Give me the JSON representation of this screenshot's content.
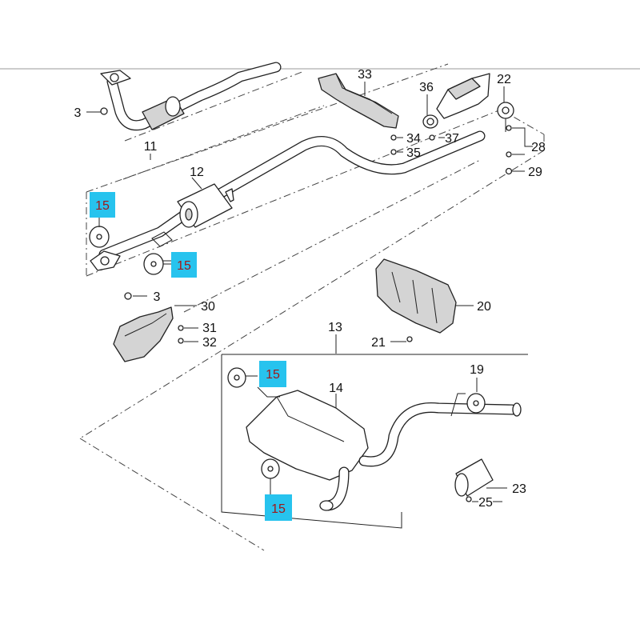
{
  "diagram": {
    "labels": {
      "p3a": "3",
      "p3b": "3",
      "p11": "11",
      "p12": "12",
      "p13": "13",
      "p14": "14",
      "p15a": "15",
      "p15b": "15",
      "p15c": "15",
      "p15d": "15",
      "p19": "19",
      "p20": "20",
      "p21": "21",
      "p22": "22",
      "p23": "23",
      "p25": "25",
      "p28": "28",
      "p29": "29",
      "p30": "30",
      "p31": "31",
      "p32": "32",
      "p33": "33",
      "p34": "34",
      "p35": "35",
      "p36": "36",
      "p37": "37"
    },
    "highlight_color": "#27c3ee",
    "highlight_text_color": "#a01818"
  }
}
